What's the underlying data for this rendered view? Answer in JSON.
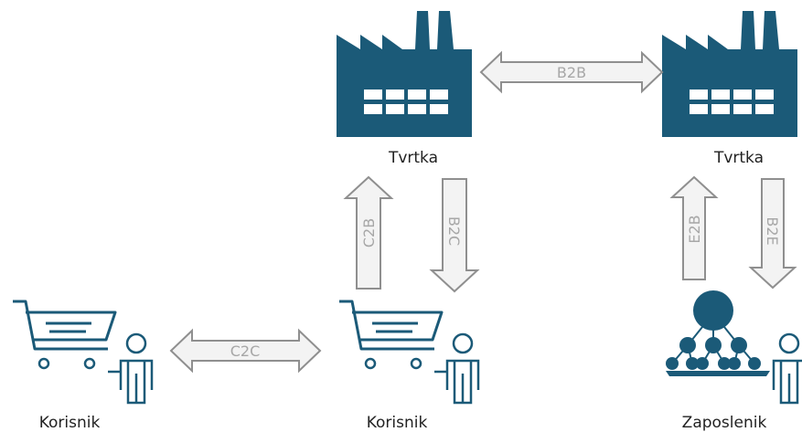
{
  "colors": {
    "factory": "#1b5a78",
    "arrow_fill": "#f3f3f3",
    "arrow_stroke": "#8f8f8f",
    "arrow_text": "#a7a7a7",
    "label_text": "#222222",
    "cart": "#1b5a78",
    "person": "#1b5a78"
  },
  "nodes": {
    "company_left": {
      "label": "Tvrtka",
      "icon": "factory-icon"
    },
    "company_right": {
      "label": "Tvrtka",
      "icon": "factory-icon"
    },
    "user_left": {
      "label": "Korisnik",
      "icon": "cart-person-icon"
    },
    "user_middle": {
      "label": "Korisnik",
      "icon": "cart-person-icon"
    },
    "employee": {
      "label": "Zaposlenik",
      "icon": "org-chart-person-icon"
    }
  },
  "arrows": {
    "b2b": "B2B",
    "c2b": "C2B",
    "b2c": "B2C",
    "e2b": "E2B",
    "b2e": "B2E",
    "c2c": "C2C"
  }
}
